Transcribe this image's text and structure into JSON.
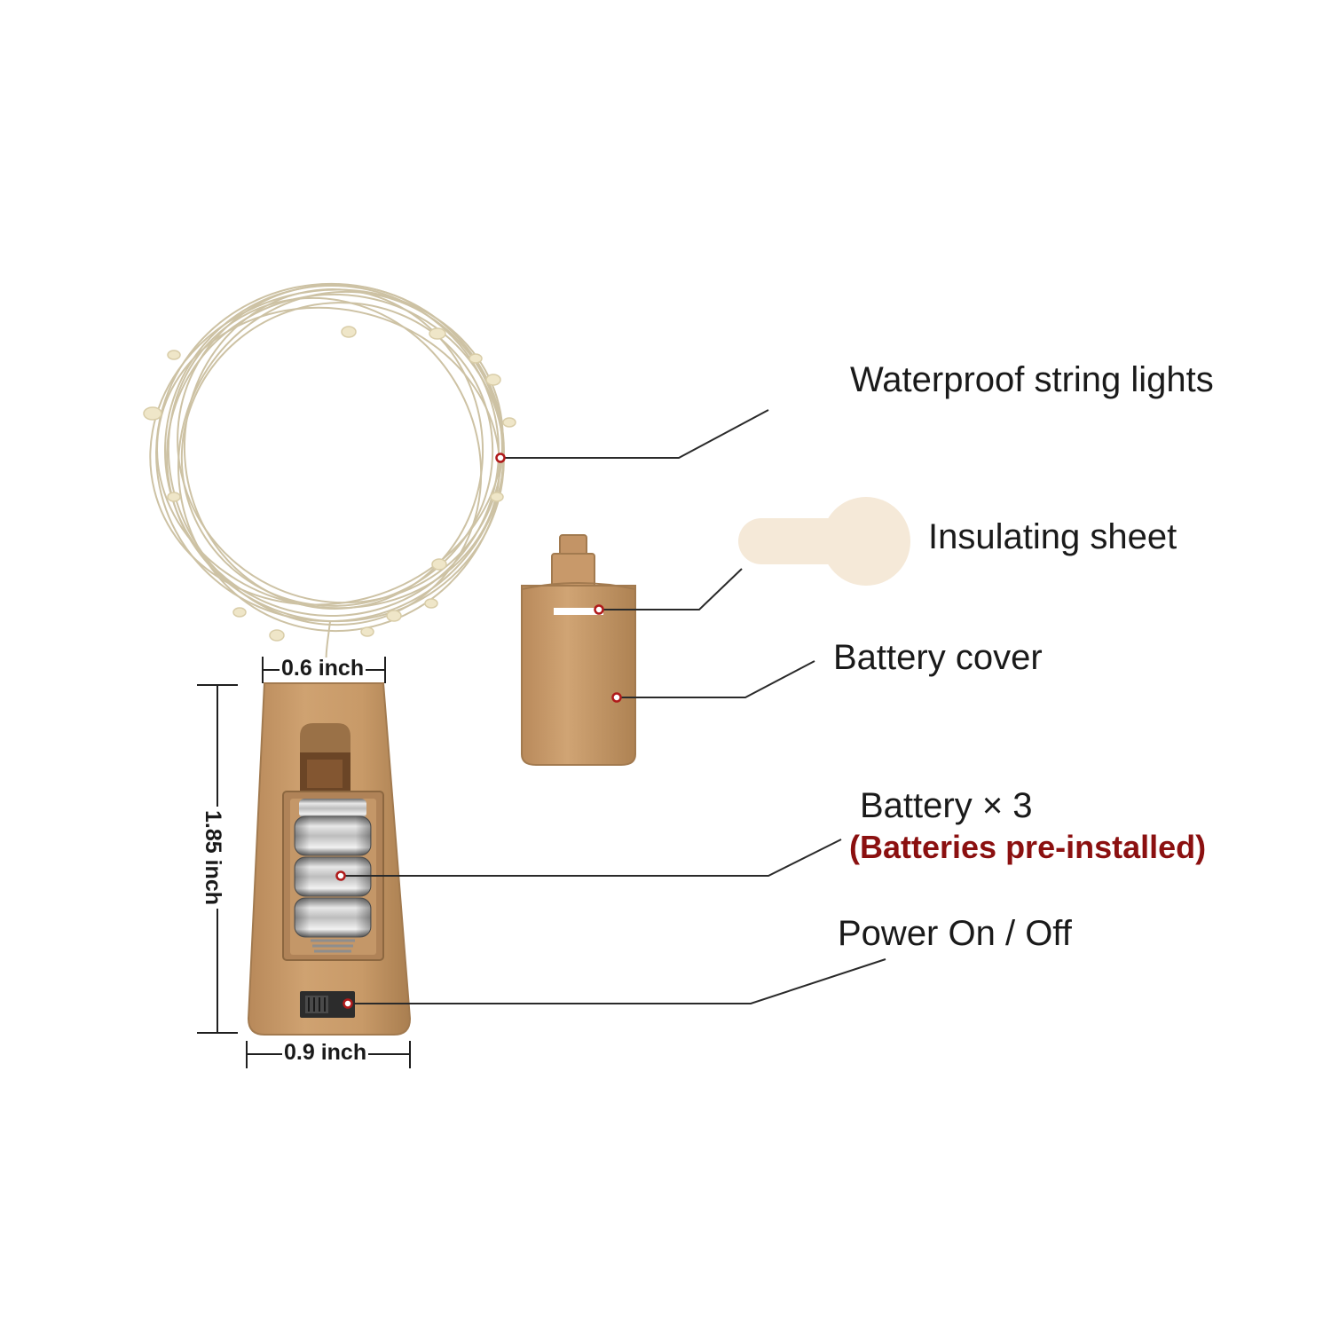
{
  "labels": {
    "string_lights": "Waterproof string lights",
    "insulating_sheet": "Insulating sheet",
    "battery_cover": "Battery cover",
    "battery": "Battery × 3",
    "battery_note": "(Batteries pre-installed)",
    "power_switch": "Power On / Off"
  },
  "dimensions": {
    "top_width": "0.6 inch",
    "height": "1.85 inch",
    "bottom_width": "0.9 inch"
  },
  "colors": {
    "cork": "#c69a6a",
    "cork_dark": "#a87d52",
    "cork_light": "#d7b084",
    "wire": "#cfc4a8",
    "insulating_sheet": "#f4e8d6",
    "battery_metal": "#b9b9b9",
    "callout_dot": "#b01a1a",
    "note_red": "#8b1010",
    "line": "#2a2a2a"
  }
}
